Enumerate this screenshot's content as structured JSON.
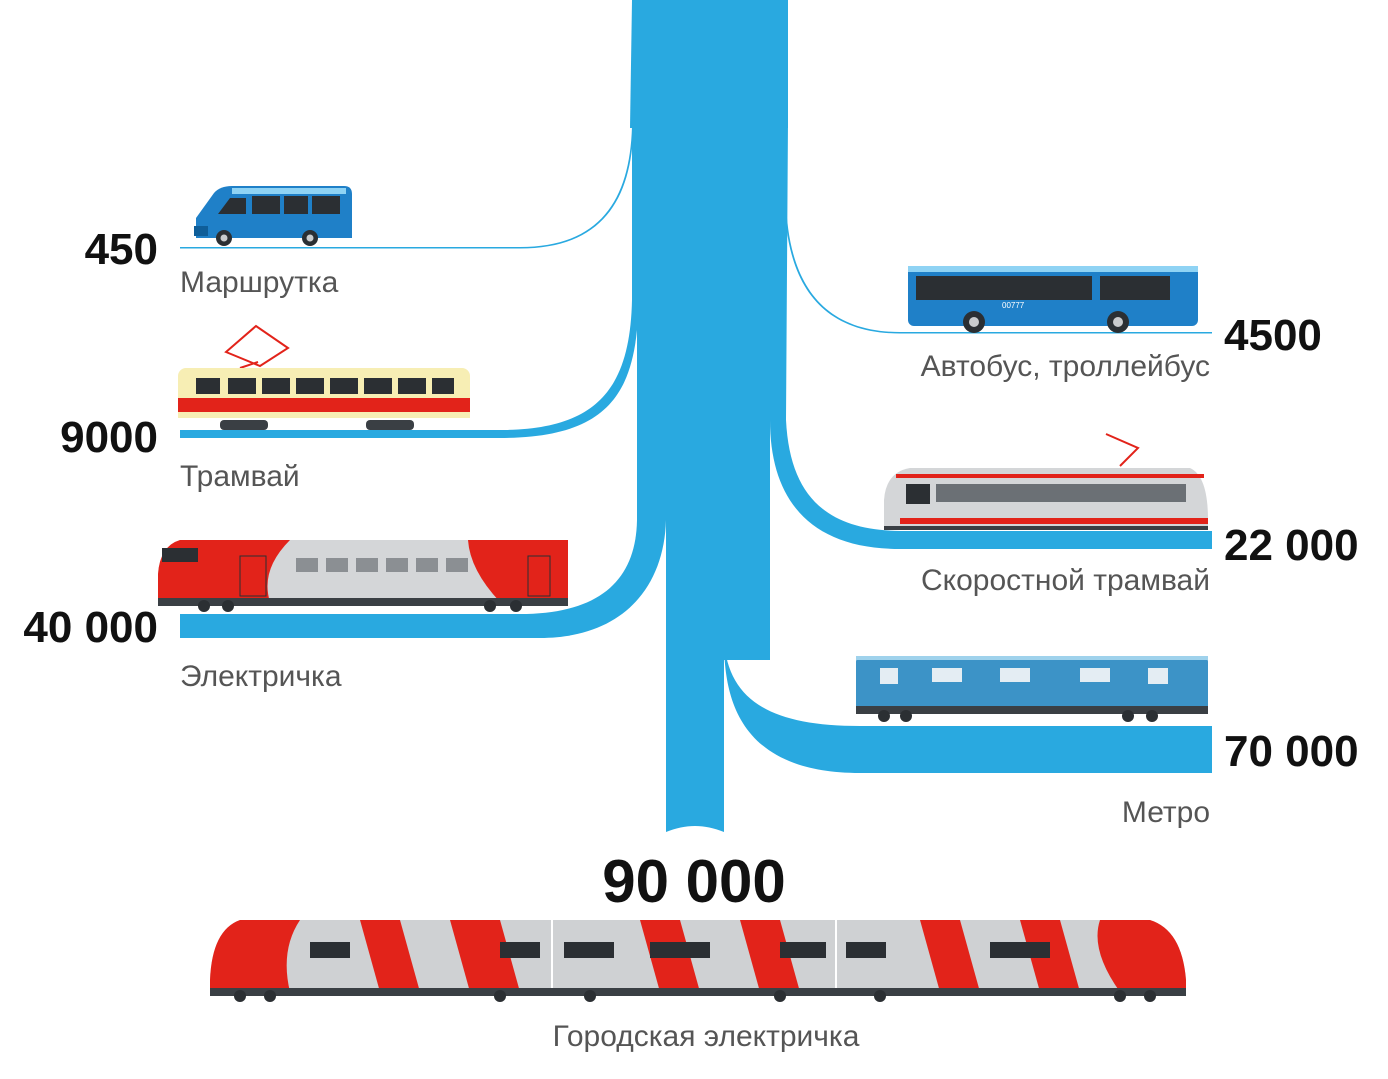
{
  "colors": {
    "flow": "#29a9e0",
    "number": "#111111",
    "label": "#555555",
    "red": "#e2231a",
    "blue": "#1f80c8",
    "tram_cream": "#f7eeb4",
    "grey": "#c9cbcd",
    "dark": "#3a3f44",
    "metro": "#3c93c7"
  },
  "source": {
    "value": "90 000",
    "label": "Городская электричка",
    "icon": "city-train-lastochka"
  },
  "branches": [
    {
      "id": "minibus",
      "value": "450",
      "label": "Маршрутка",
      "icon": "minibus-icon"
    },
    {
      "id": "tram",
      "value": "9000",
      "label": "Трамвай",
      "icon": "tram-icon"
    },
    {
      "id": "elektrichka",
      "value": "40 000",
      "label": "Электричка",
      "icon": "suburban-train-icon"
    },
    {
      "id": "bus",
      "value": "4500",
      "label": "Автобус, троллейбус",
      "icon": "bus-icon",
      "fleet_no": "00777"
    },
    {
      "id": "lightrail",
      "value": "22 000",
      "label": "Скоростной трамвай",
      "icon": "light-rail-icon"
    },
    {
      "id": "metro",
      "value": "70 000",
      "label": "Метро",
      "icon": "metro-train-icon"
    }
  ]
}
